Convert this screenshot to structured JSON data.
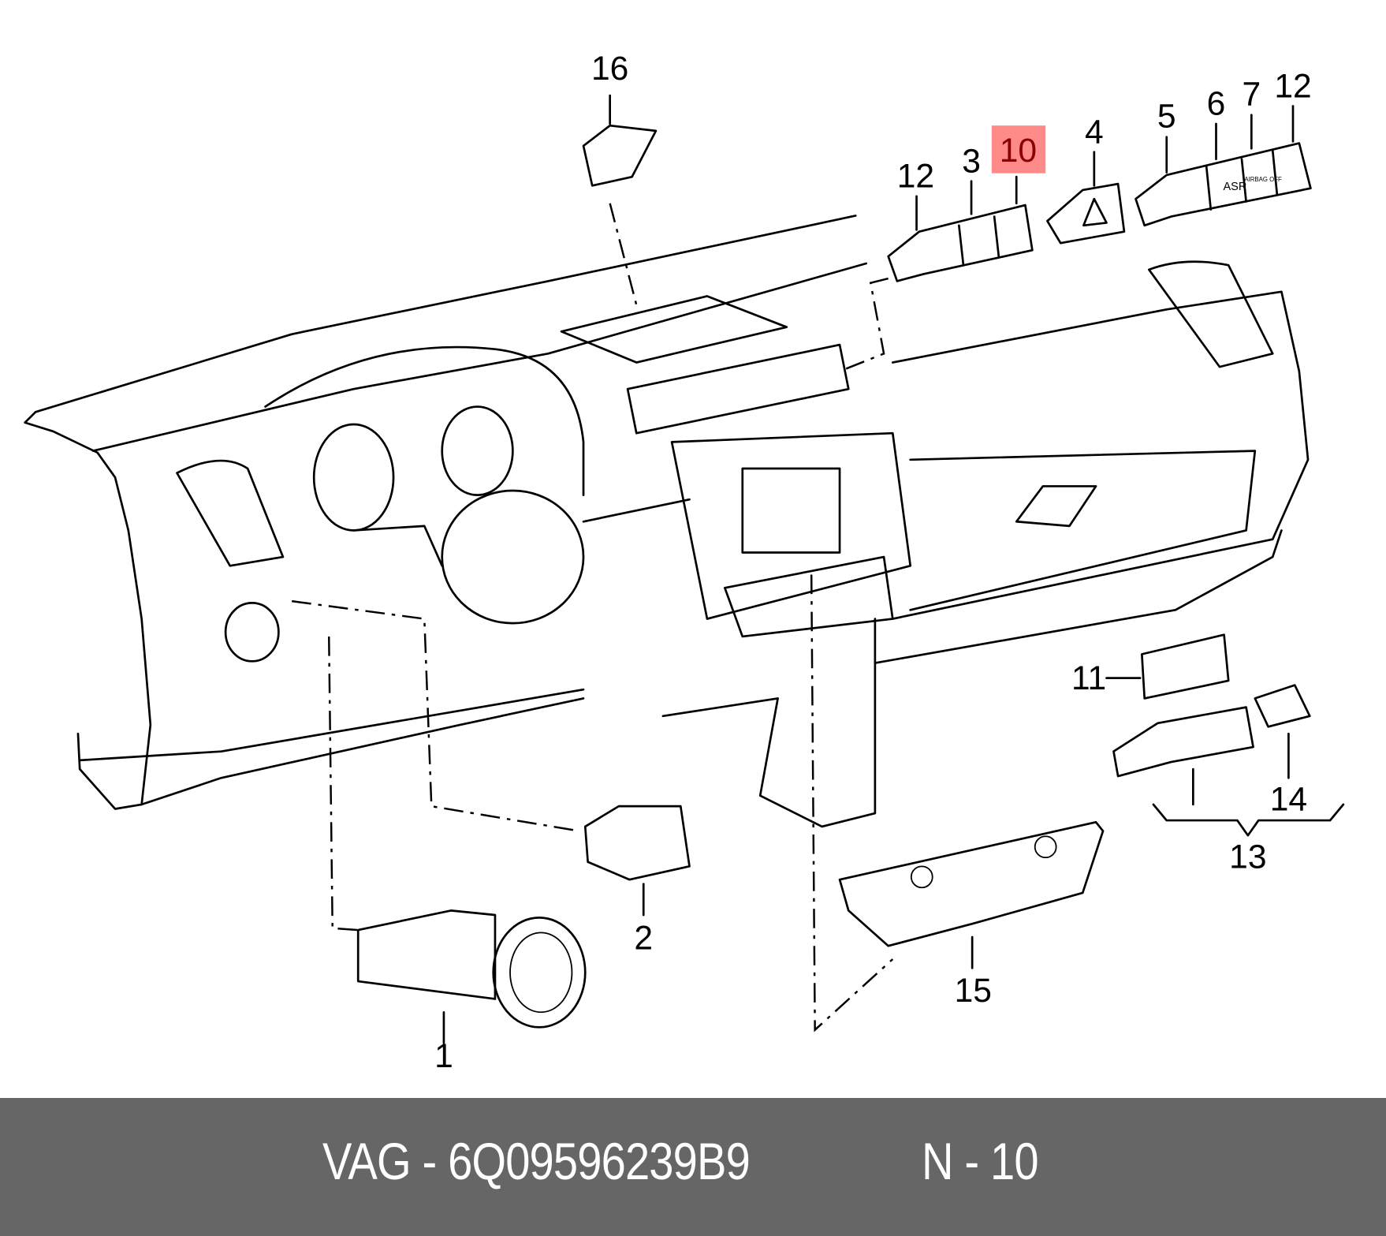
{
  "diagram": {
    "callouts": [
      {
        "id": "1",
        "label": "1"
      },
      {
        "id": "2",
        "label": "2"
      },
      {
        "id": "3",
        "label": "3"
      },
      {
        "id": "4",
        "label": "4"
      },
      {
        "id": "5",
        "label": "5"
      },
      {
        "id": "6",
        "label": "6"
      },
      {
        "id": "7",
        "label": "7"
      },
      {
        "id": "10",
        "label": "10",
        "highlighted": true
      },
      {
        "id": "11",
        "label": "11"
      },
      {
        "id": "12a",
        "label": "12"
      },
      {
        "id": "12b",
        "label": "12"
      },
      {
        "id": "13",
        "label": "13"
      },
      {
        "id": "14",
        "label": "14"
      },
      {
        "id": "15",
        "label": "15"
      },
      {
        "id": "16",
        "label": "16"
      }
    ],
    "switch_texts": {
      "asr": "ASR",
      "airbag": "AIRBAG OFF"
    },
    "highlight_color": "#ff8a8a"
  },
  "footer": {
    "part_ref": "VAG - 6Q09596239B9",
    "position_ref": "N - 10",
    "background": "#666666"
  }
}
